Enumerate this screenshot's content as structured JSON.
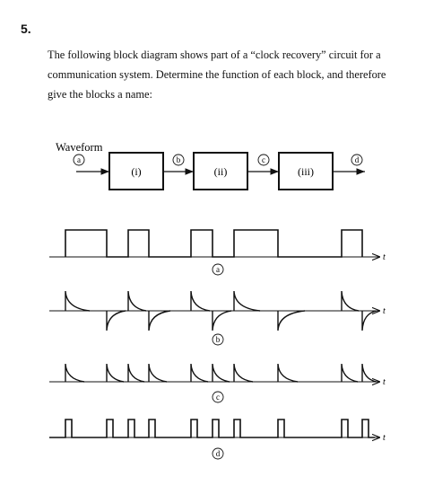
{
  "question": {
    "number": "5.",
    "lines": [
      "The following block diagram shows part of a “clock recovery” circuit for a",
      "communication system. Determine the function of each block, and therefore",
      "give the blocks a name:"
    ]
  },
  "block_diagram": {
    "input_label": "Waveform",
    "node_labels": [
      "a",
      "b",
      "c",
      "d"
    ],
    "blocks": [
      "(i)",
      "(ii)",
      "(iii)"
    ]
  },
  "waveforms": {
    "axis_label": "t",
    "captions": [
      "a",
      "b",
      "c",
      "d"
    ]
  }
}
